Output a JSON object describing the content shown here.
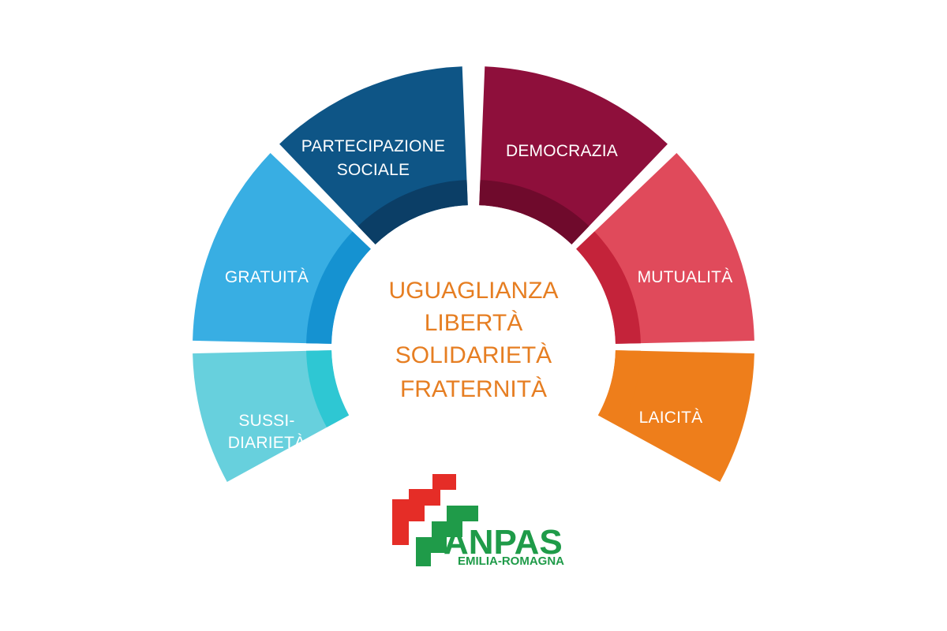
{
  "colors": {
    "background": "#ffffff",
    "center_text": "#e67e22",
    "logo_red": "#e52d27",
    "logo_green": "#1f9b49"
  },
  "segments": [
    {
      "id": "sussidiarieta",
      "lines": [
        "SUSSI-",
        "DIARIETÀ"
      ],
      "color": "#67d0dd",
      "inner_color": "#2ec7d3"
    },
    {
      "id": "gratuita",
      "lines": [
        "GRATUITÀ"
      ],
      "color": "#38aee3",
      "inner_color": "#1592d1"
    },
    {
      "id": "partecipazione",
      "lines": [
        "PARTECIPAZIONE",
        "SOCIALE"
      ],
      "color": "#0e5586",
      "inner_color": "#0b3e66"
    },
    {
      "id": "democrazia",
      "lines": [
        "DEMOCRAZIA"
      ],
      "color": "#8e0f3b",
      "inner_color": "#6f0a2c"
    },
    {
      "id": "mutualita",
      "lines": [
        "MUTUALITÀ"
      ],
      "color": "#e04a5b",
      "inner_color": "#c4233a"
    },
    {
      "id": "laicita",
      "lines": [
        "LAICITÀ"
      ],
      "color": "#ee7e1b",
      "inner_color": "#ee7e1b"
    }
  ],
  "center_values": [
    "UGUAGLIANZA",
    "LIBERTÀ",
    "SOLIDARIETÀ",
    "FRATERNITÀ"
  ],
  "logo": {
    "name": "ANPAS",
    "region": "EMILIA-ROMAGNA"
  }
}
